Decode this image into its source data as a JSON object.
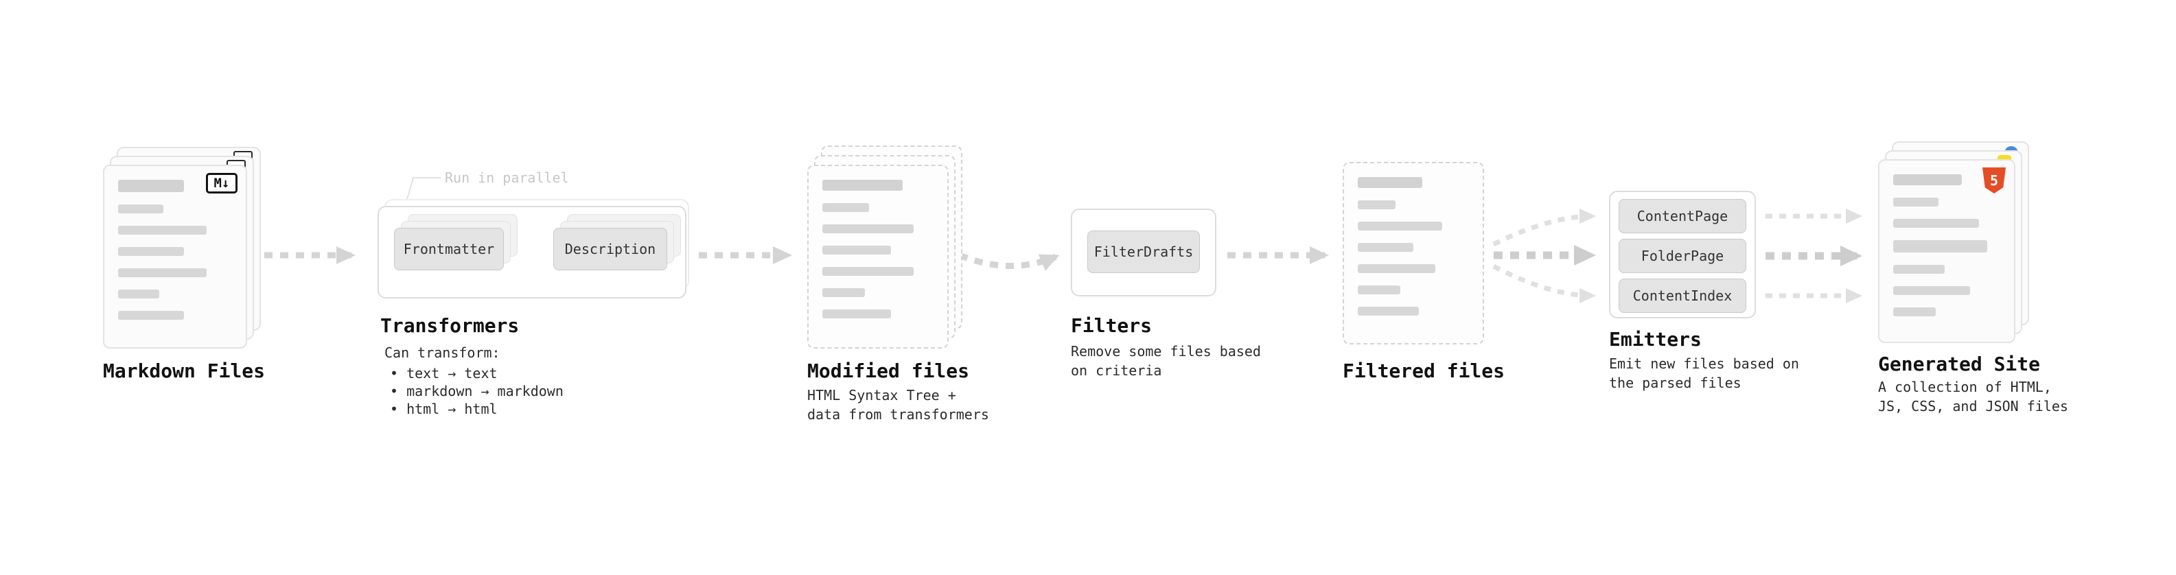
{
  "diagram": {
    "markdown": {
      "label": "Markdown Files"
    },
    "transformers": {
      "label": "Transformers",
      "annotation": "Run in parallel",
      "button_frontmatter": "Frontmatter",
      "button_description": "Description",
      "desc_title": "Can transform:",
      "bullets": [
        "• text → text",
        "• markdown → markdown",
        "• html → html"
      ]
    },
    "modified": {
      "label": "Modified files",
      "desc": [
        "HTML Syntax Tree +",
        "data from transformers"
      ]
    },
    "filters": {
      "label": "Filters",
      "button": "FilterDrafts",
      "desc": [
        "Remove some files based",
        "on criteria"
      ]
    },
    "filtered": {
      "label": "Filtered files"
    },
    "emitters": {
      "label": "Emitters",
      "buttons": [
        "ContentPage",
        "FolderPage",
        "ContentIndex"
      ],
      "desc": [
        "Emit new files based on",
        "the parsed files"
      ]
    },
    "site": {
      "label": "Generated Site",
      "desc": [
        "A collection of HTML,",
        "JS, CSS, and JSON files"
      ]
    }
  },
  "icons": {
    "markdown_badge": "M↓",
    "html5_badge": "5"
  },
  "colors": {
    "arrow": "#d4d4d4",
    "html5": "#e44d26",
    "js": "#f7df1e",
    "json": "#4b8bdf"
  }
}
